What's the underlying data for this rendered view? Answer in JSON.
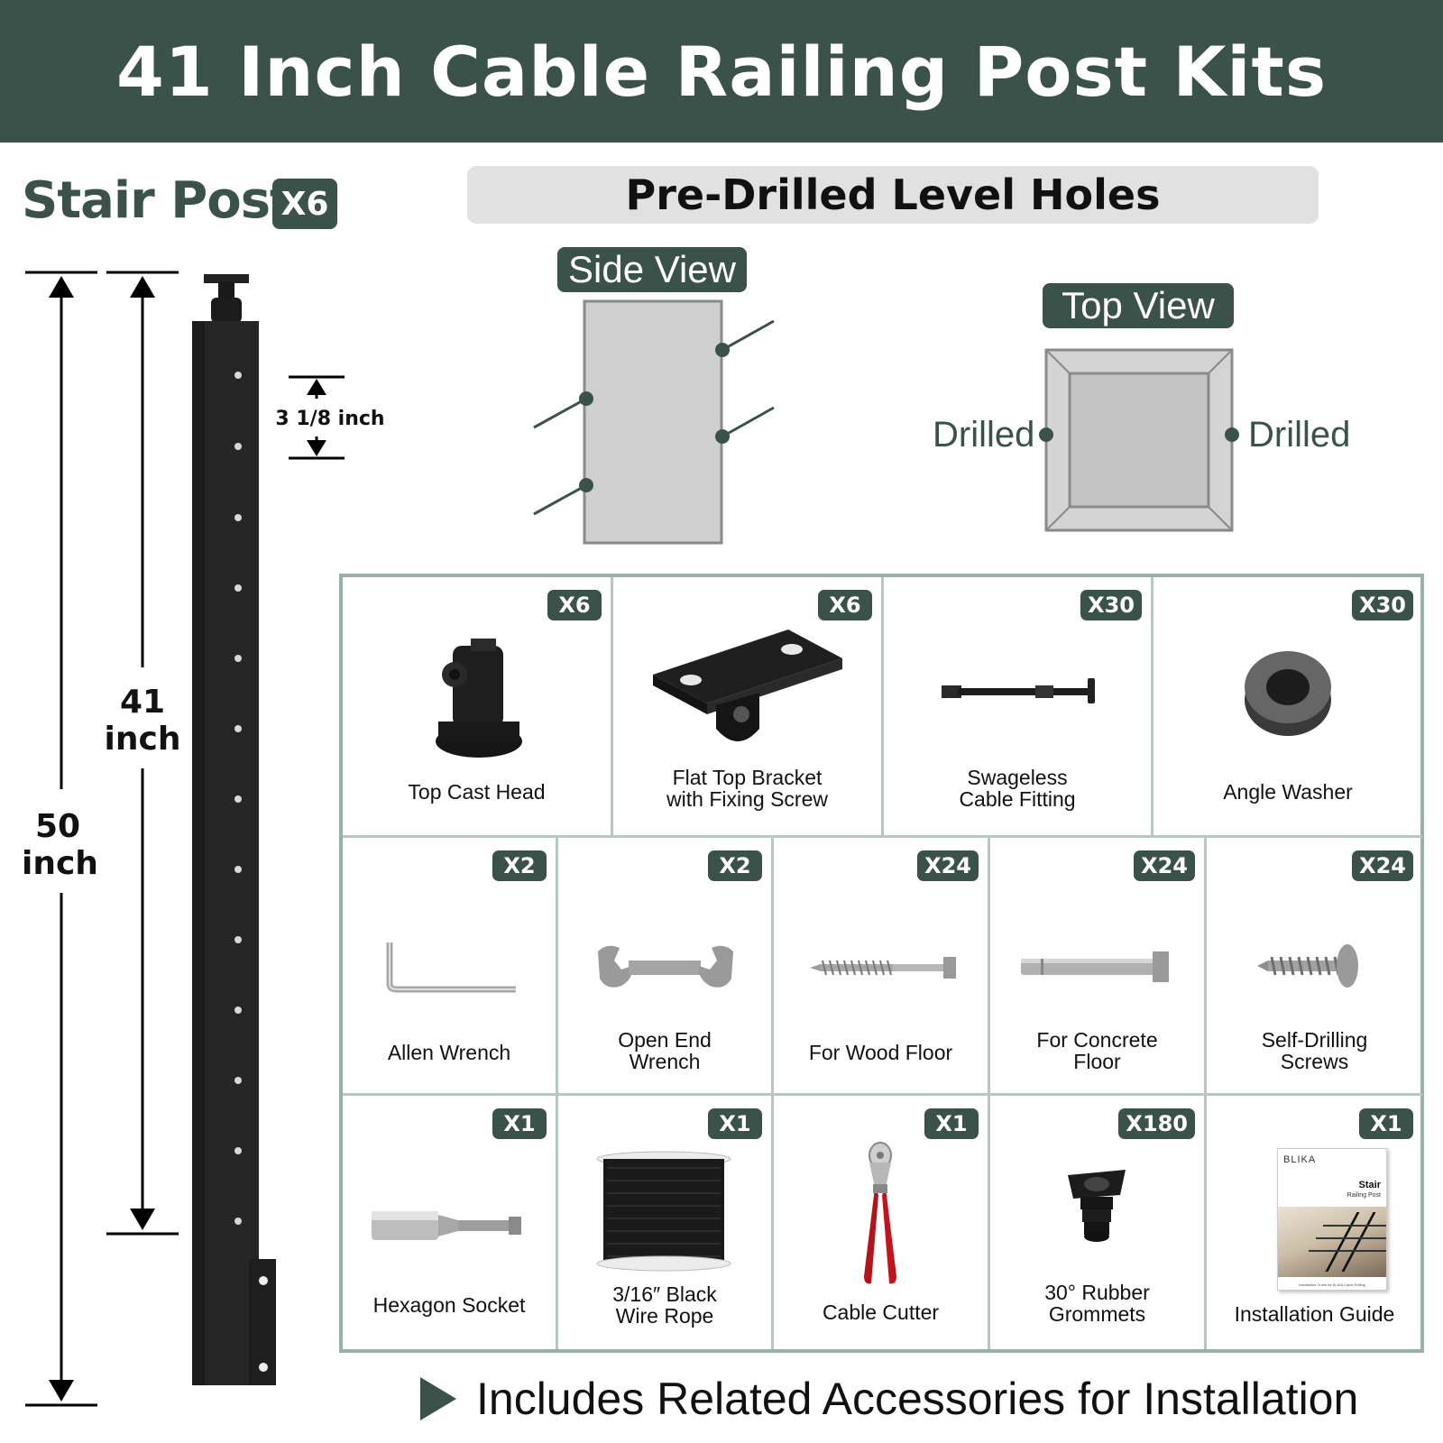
{
  "title": "41 Inch Cable Railing Post Kits",
  "post": {
    "title": "Stair Post",
    "quantity": "X6"
  },
  "dimensions": {
    "total": "50\ninch",
    "height": "41\ninch",
    "spacing": "3 1/8 inch"
  },
  "holes": {
    "heading": "Pre-Drilled Level Holes",
    "side_view": "Side View",
    "top_view": "Top View",
    "drilled_left": "Drilled",
    "drilled_right": "Drilled"
  },
  "accessories": [
    {
      "name": "Top Cast Head",
      "qty": "X6",
      "icon": "top-cast-head-icon"
    },
    {
      "name": "Flat Top Bracket\nwith Fixing Screw",
      "qty": "X6",
      "icon": "flat-top-bracket-icon"
    },
    {
      "name": "Swageless\nCable Fitting",
      "qty": "X30",
      "icon": "swageless-fitting-icon"
    },
    {
      "name": "Angle Washer",
      "qty": "X30",
      "icon": "angle-washer-icon"
    },
    {
      "name": "Allen Wrench",
      "qty": "X2",
      "icon": "allen-wrench-icon"
    },
    {
      "name": "Open End\nWrench",
      "qty": "X2",
      "icon": "open-end-wrench-icon"
    },
    {
      "name": "For Wood Floor",
      "qty": "X24",
      "icon": "lag-screw-icon"
    },
    {
      "name": "For Concrete\nFloor",
      "qty": "X24",
      "icon": "concrete-anchor-icon"
    },
    {
      "name": "Self-Drilling\nScrews",
      "qty": "X24",
      "icon": "self-drilling-screw-icon"
    },
    {
      "name": "Hexagon Socket",
      "qty": "X1",
      "icon": "hexagon-socket-icon"
    },
    {
      "name": "3/16″ Black\nWire Rope",
      "qty": "X1",
      "icon": "wire-rope-spool-icon"
    },
    {
      "name": "Cable Cutter",
      "qty": "X1",
      "icon": "cable-cutter-icon"
    },
    {
      "name": "30° Rubber\nGrommets",
      "qty": "X180",
      "icon": "rubber-grommet-icon"
    },
    {
      "name": "Installation Guide",
      "qty": "X1",
      "icon": "installation-guide-icon"
    }
  ],
  "guide_cover": {
    "brand": "BLIKA",
    "title": "Stair",
    "subtitle": "Railing Post",
    "caption": "Installation Guide for BLIKA Cable Railing"
  },
  "footer": "Includes Related Accessories for Installation",
  "colors": {
    "primary": "#3b524a",
    "grid_border": "#9bb1a7",
    "panel_gray": "#e1e1e1"
  }
}
